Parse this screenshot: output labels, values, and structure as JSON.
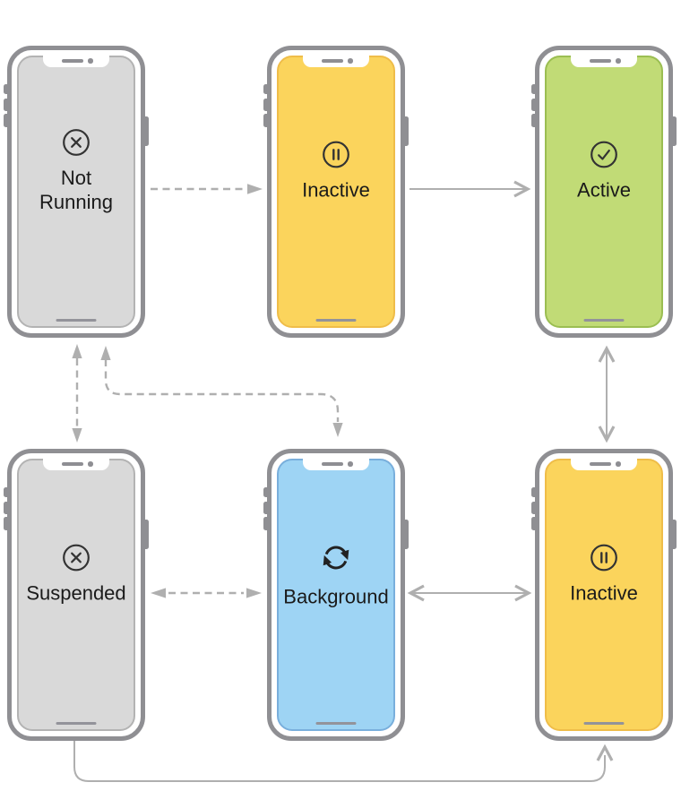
{
  "states": [
    {
      "label": "Not Running",
      "icon": "x-circle-icon",
      "screen_color": "#D9D9D9",
      "screen_border": "#B3B3B3",
      "row": "top",
      "col": "left"
    },
    {
      "label": "Inactive",
      "icon": "pause-circle-icon",
      "screen_color": "#FBD45C",
      "screen_border": "#EFBD49",
      "row": "top",
      "col": "middle"
    },
    {
      "label": "Active",
      "icon": "check-circle-icon",
      "screen_color": "#C1DB76",
      "screen_border": "#9BBE52",
      "row": "top",
      "col": "right"
    },
    {
      "label": "Suspended",
      "icon": "x-circle-icon",
      "screen_color": "#D9D9D9",
      "screen_border": "#B3B3B3",
      "row": "bottom",
      "col": "left"
    },
    {
      "label": "Background",
      "icon": "sync-icon",
      "screen_color": "#9ED4F4",
      "screen_border": "#79AFDC",
      "row": "bottom",
      "col": "middle"
    },
    {
      "label": "Inactive",
      "icon": "pause-circle-icon",
      "screen_color": "#FBD45C",
      "screen_border": "#EFBD49",
      "row": "bottom",
      "col": "right"
    }
  ],
  "transitions": [
    {
      "from": "Not Running",
      "to": "Inactive (top)",
      "line": "dashed",
      "direction": "one-way",
      "head": "filled-triangle"
    },
    {
      "from": "Inactive (top)",
      "to": "Active",
      "line": "solid",
      "direction": "one-way",
      "head": "chevron"
    },
    {
      "from": "Not Running",
      "to": "Suspended",
      "line": "dashed",
      "direction": "two-way",
      "head": "filled-triangle"
    },
    {
      "from": "Not Running",
      "to": "Background",
      "line": "dashed",
      "direction": "two-way",
      "head": "filled-triangle",
      "route": "curved"
    },
    {
      "from": "Active",
      "to": "Inactive (bottom)",
      "line": "solid",
      "direction": "two-way",
      "head": "chevron"
    },
    {
      "from": "Suspended",
      "to": "Background",
      "line": "dashed",
      "direction": "two-way",
      "head": "filled-triangle"
    },
    {
      "from": "Background",
      "to": "Inactive (bottom)",
      "line": "solid",
      "direction": "two-way",
      "head": "chevron"
    },
    {
      "from": "Suspended",
      "to": "Inactive (bottom)",
      "line": "solid",
      "direction": "one-way",
      "head": "chevron",
      "route": "bottom"
    }
  ],
  "palette": {
    "background": "#FFFFFF",
    "phone_frame": "#8F8F93",
    "arrow": "#AFAFAF",
    "label_text": "#1A1A1A",
    "icon_stroke": "#333333",
    "sync_icon": "#222222",
    "gray_screen": "#D9D9D9",
    "yellow_screen": "#FBD45C",
    "green_screen": "#C1DB76",
    "blue_screen": "#9ED4F4",
    "home_indicator": "#93939A"
  }
}
